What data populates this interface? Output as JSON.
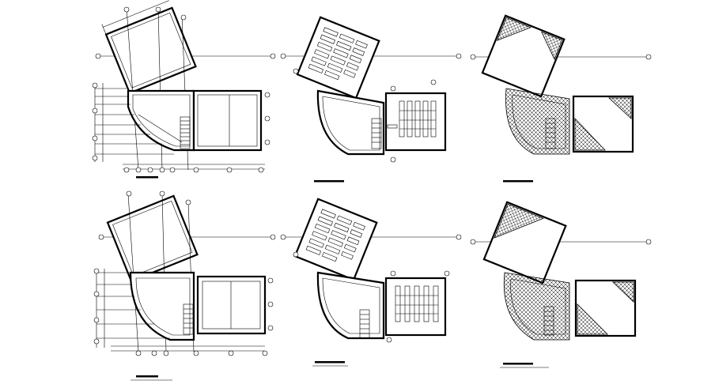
{
  "drawing": {
    "sheets": [
      {
        "id": "plan-top-left"
      },
      {
        "id": "plan-top-middle"
      },
      {
        "id": "plan-top-right"
      },
      {
        "id": "plan-bottom-left"
      },
      {
        "id": "plan-bottom-middle"
      },
      {
        "id": "plan-bottom-right"
      }
    ]
  },
  "colors": {
    "line": "#000000",
    "background": "#ffffff"
  }
}
